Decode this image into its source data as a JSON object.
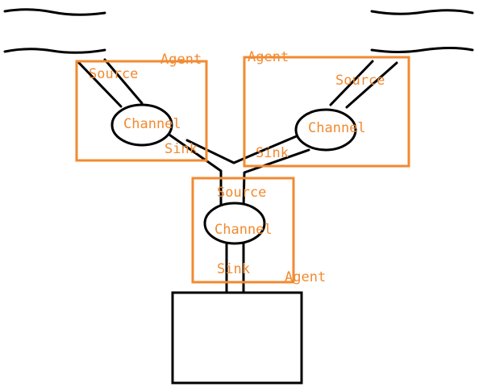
{
  "colors": {
    "accent": "#f28a30",
    "line": "#000000",
    "background": "#ffffff"
  },
  "agents": {
    "left": {
      "agent_label": "Agent",
      "source_label": "Source",
      "channel_label": "Channel",
      "sink_label": "Sink"
    },
    "right": {
      "agent_label": "Agent",
      "source_label": "Source",
      "channel_label": "Channel",
      "sink_label": "Sink"
    },
    "center": {
      "agent_label": "Agent",
      "source_label": "Source",
      "channel_label": "Channel",
      "sink_label": "Sink"
    }
  }
}
